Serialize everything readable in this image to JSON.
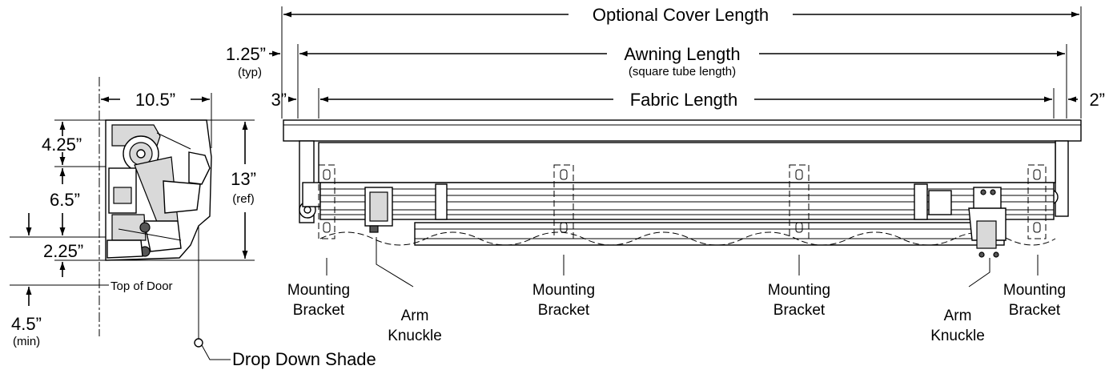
{
  "side_view": {
    "width_dim": "10.5”",
    "dim_top": "4.25”",
    "dim_mid": "6.5”",
    "dim_low": "2.25”",
    "height_ref_value": "13”",
    "height_ref_note": "(ref)",
    "top_of_door": "Top of Door",
    "below_door_value": "4.5”",
    "below_door_note": "(min)",
    "drop_down_shade": "Drop Down Shade"
  },
  "front_view": {
    "optional_cover_length": "Optional Cover Length",
    "awning_length": "Awning Length",
    "awning_length_note": "(square tube length)",
    "fabric_length": "Fabric Length",
    "left_offset_value": "1.25”",
    "left_offset_note": "(typ)",
    "left_fabric_offset": "3”",
    "right_offset": "2”",
    "callouts": [
      {
        "line1": "Mounting",
        "line2": "Bracket"
      },
      {
        "line1": "Arm",
        "line2": "Knuckle"
      },
      {
        "line1": "Mounting",
        "line2": "Bracket"
      },
      {
        "line1": "Mounting",
        "line2": "Bracket"
      },
      {
        "line1": "Arm",
        "line2": "Knuckle"
      },
      {
        "line1": "Mounting",
        "line2": "Bracket"
      }
    ]
  }
}
